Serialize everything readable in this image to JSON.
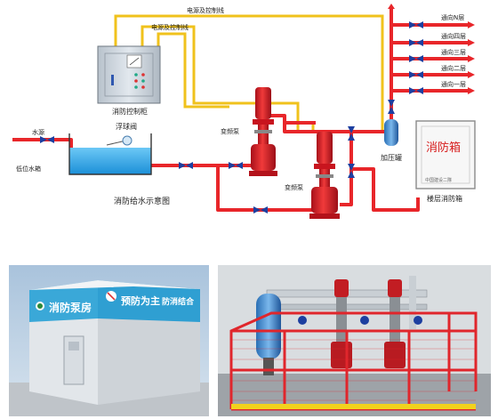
{
  "diagram": {
    "title": "消防给水示意图",
    "labels": {
      "power_line_top": "电源及控制线",
      "power_line_mid": "电源及控制线",
      "control_cabinet": "消防控制柜",
      "water_source": "水源",
      "float_valve": "浮球阀",
      "low_tank": "低位水箱",
      "pump1": "变频泵",
      "pump2": "变频泵",
      "pressure_tank": "加压罐",
      "floor_n": "通向N层",
      "floor_4": "通向四层",
      "floor_3": "通向三层",
      "floor_2": "通向二层",
      "floor_1": "通向一层",
      "hydrant_box_title": "消防箱",
      "hydrant_box_small": "中国建设二隊",
      "floor_hydrant": "楼层消防箱"
    },
    "colors": {
      "pipe": "#e8262a",
      "wire": "#f0c21c",
      "valve": "#1d3fa0",
      "water": "#3fb0f0"
    }
  },
  "photos": {
    "pump_house": {
      "sign_left": "消防泵房",
      "sign_right1": "预防为主",
      "sign_right2": "防消结合"
    }
  }
}
